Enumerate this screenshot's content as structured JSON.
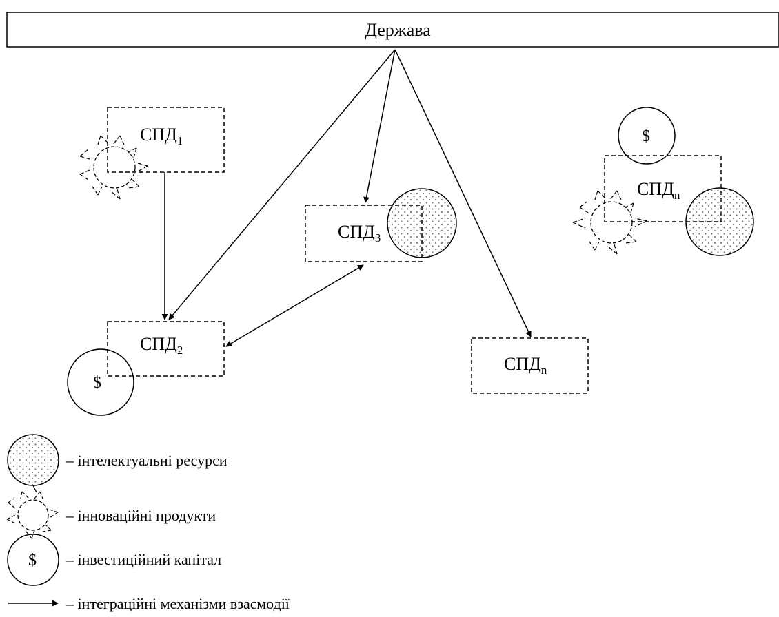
{
  "diagram": {
    "state_label": "Держава",
    "nodes": {
      "spd1": {
        "base": "СПД",
        "sub": "1"
      },
      "spd2": {
        "base": "СПД",
        "sub": "2"
      },
      "spd3": {
        "base": "СПД",
        "sub": "3"
      },
      "spdn_right": {
        "base": "СПД",
        "sub": "n"
      },
      "spdn_bottom": {
        "base": "СПД",
        "sub": "n"
      }
    },
    "currency_symbol": "$"
  },
  "legend": {
    "intellectual": "– інтелектуальні ресурси",
    "innovation": "– інноваційні продукти",
    "investment": "– інвестиційний капітал",
    "integration": "– інтеграційні механізми взаємодії",
    "dollar": "$"
  },
  "colors": {
    "stroke": "#000000",
    "dots": "#555555",
    "background": "#ffffff"
  }
}
